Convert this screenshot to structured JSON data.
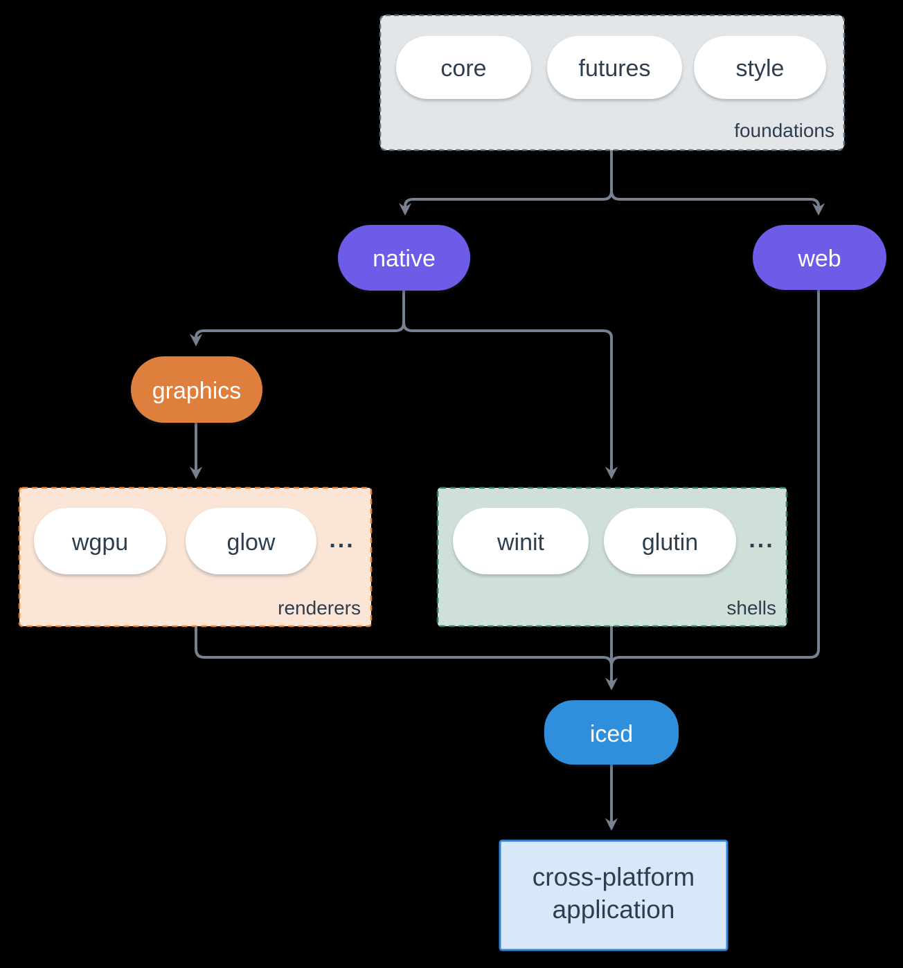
{
  "colors": {
    "background": "#000000",
    "line": "#76828f",
    "ink": "#2e3e4e",
    "white": "#ffffff"
  },
  "groups": {
    "foundations": {
      "label": "foundations",
      "fill": "#e2e6e9",
      "border": "#5d6a77",
      "items": [
        "core",
        "futures",
        "style"
      ]
    },
    "renderers": {
      "label": "renderers",
      "fill": "#fae5d6",
      "border": "#e8822f",
      "items": [
        "wgpu",
        "glow"
      ],
      "ellipsis": "..."
    },
    "shells": {
      "label": "shells",
      "fill": "#cfe0d8",
      "border": "#2f7e6d",
      "items": [
        "winit",
        "glutin"
      ],
      "ellipsis": "..."
    }
  },
  "nodes": {
    "native": {
      "label": "native",
      "fill": "#6c5ce7"
    },
    "web": {
      "label": "web",
      "fill": "#6c5ce7"
    },
    "graphics": {
      "label": "graphics",
      "fill": "#df7f3d"
    },
    "iced": {
      "label": "iced",
      "fill": "#2f8fdd"
    },
    "application": {
      "line1": "cross-platform",
      "line2": "application",
      "fill": "#d8e8f8",
      "border": "#2e86de"
    }
  }
}
